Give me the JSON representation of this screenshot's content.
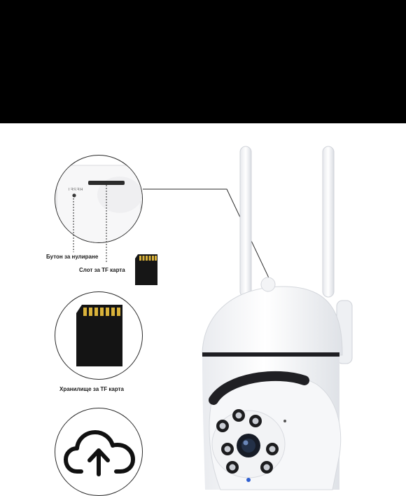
{
  "labels": {
    "reset_button": "Бутон за нулиране",
    "tf_slot": "Слот за TF карта",
    "tf_storage": "Хранилище за TF карта"
  },
  "device_markings": {
    "reset_text": "RESET"
  },
  "icons": {
    "sd_card": "sd-card-icon",
    "cloud_upload": "cloud-upload-icon",
    "camera": "security-camera"
  },
  "colors": {
    "top_band": "#000000",
    "background": "#ffffff",
    "line": "#2a2a2a",
    "camera_body": "#f4f5f7",
    "lens_dark": "#161b26"
  }
}
